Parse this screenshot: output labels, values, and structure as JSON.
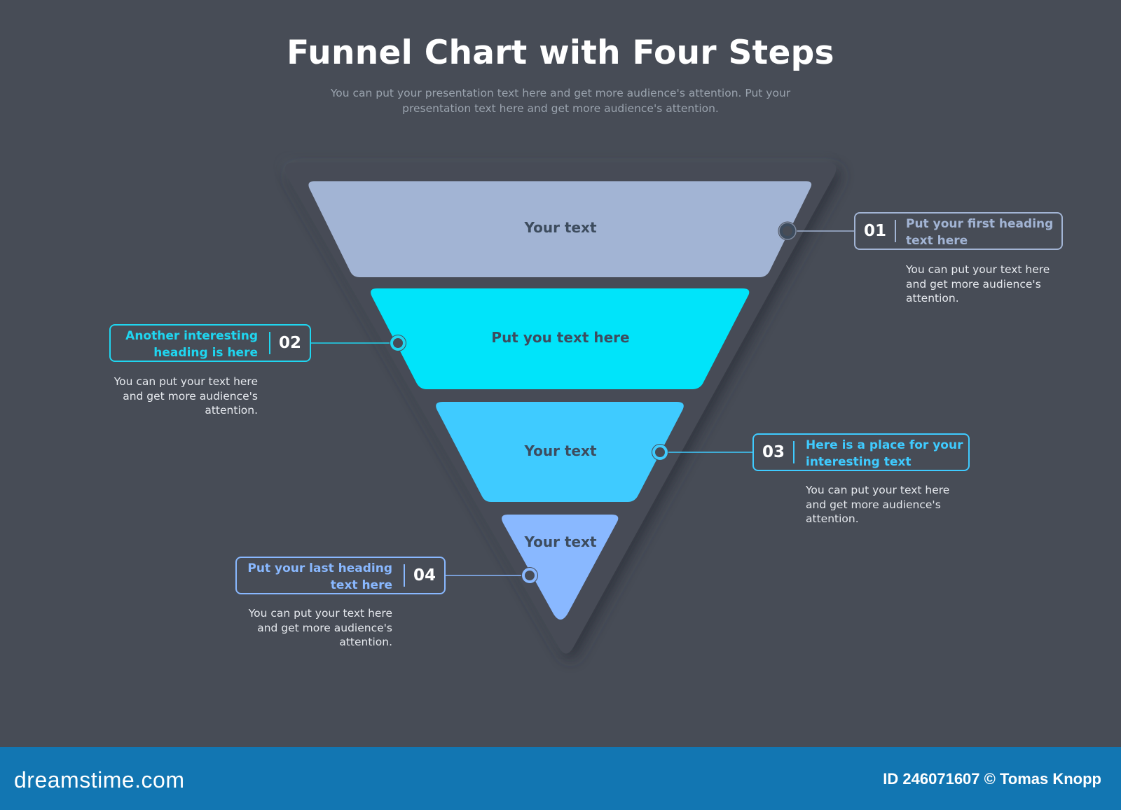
{
  "header": {
    "title": "Funnel Chart with Four Steps",
    "subtitle_line1": "You can put your presentation text here and get more audience's attention. Put your",
    "subtitle_line2": "presentation text here and get more audience's attention."
  },
  "funnel": {
    "segments": [
      {
        "label": "Your text",
        "color": "#a2b4d4"
      },
      {
        "label": "Put you text here",
        "color": "#00e4fa"
      },
      {
        "label": "Your text",
        "color": "#3fcbff"
      },
      {
        "label": "Your text",
        "color": "#89b8ff"
      }
    ]
  },
  "callouts": [
    {
      "number": "01",
      "heading_line1": "Put your first heading",
      "heading_line2": "text here",
      "desc_line1": "You can put your text here",
      "desc_line2": "and get more audience's",
      "desc_line3": "attention.",
      "color": "#a2b4d4"
    },
    {
      "number": "02",
      "heading_line1": "Another interesting",
      "heading_line2": "heading is here",
      "desc_line1": "You can put your text here",
      "desc_line2": "and get more audience's",
      "desc_line3": "attention.",
      "color": "#1fd6f0"
    },
    {
      "number": "03",
      "heading_line1": "Here is a place for your",
      "heading_line2": "interesting text",
      "desc_line1": "You can put your text here",
      "desc_line2": "and get more audience's",
      "desc_line3": "attention.",
      "color": "#3fcbff"
    },
    {
      "number": "04",
      "heading_line1": "Put your last heading",
      "heading_line2": "text here",
      "desc_line1": "You can put your text here",
      "desc_line2": "and get more audience's",
      "desc_line3": "attention.",
      "color": "#89b8ff"
    }
  ],
  "watermark": {
    "site": "dreamstime.com",
    "credit": "ID 246071607 © Tomas Knopp"
  },
  "colors": {
    "background": "#474c56",
    "footer": "#1276b2"
  }
}
